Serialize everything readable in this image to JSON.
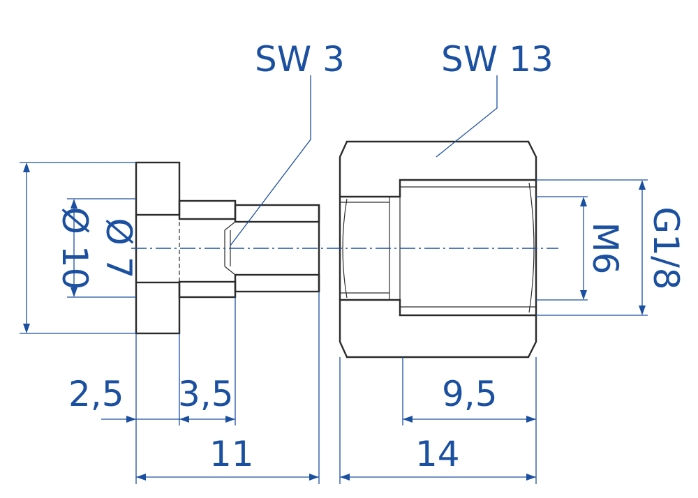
{
  "colors": {
    "dimension": "#1b4fa0",
    "outline": "#2a2a2a",
    "background": "#ffffff"
  },
  "labels": {
    "sw3": "SW 3",
    "sw13": "SW 13",
    "dia10": "Ø 10",
    "dia7": "Ø 7",
    "m6": "M6",
    "g18": "G1/8",
    "len_2_5": "2,5",
    "len_3_5": "3,5",
    "len_9_5": "9,5",
    "len_11": "11",
    "len_14": "14"
  }
}
